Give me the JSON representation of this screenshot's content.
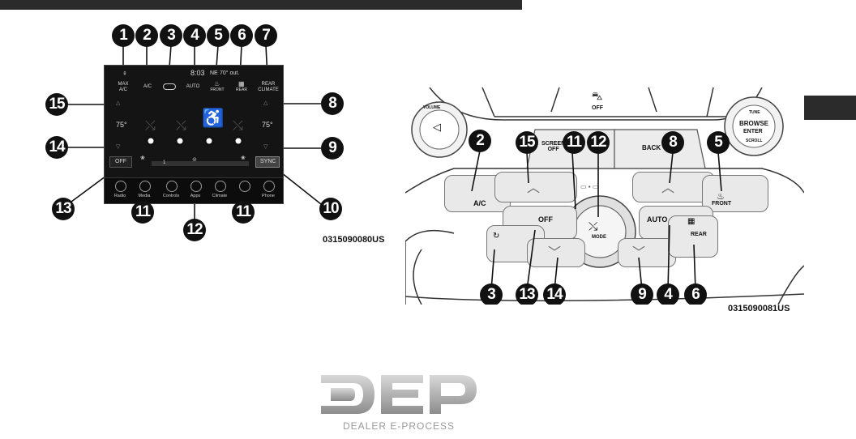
{
  "left_figure": {
    "status_time": "8:03",
    "status_dir": "NE",
    "status_temp": "70° out.",
    "top_buttons": [
      "MAX\nA/C",
      "A/C",
      "",
      "AUTO",
      "FRONT",
      "REAR",
      "REAR\nCLIMATE"
    ],
    "temp_left": "75°",
    "temp_right": "75°",
    "fan_level": "1",
    "off_label": "OFF",
    "sync_label": "SYNC",
    "nav_items": [
      "Radio",
      "Media",
      "Controls",
      "Apps",
      "Climate",
      "",
      "Phone"
    ],
    "callouts": [
      "1",
      "2",
      "3",
      "4",
      "5",
      "6",
      "7",
      "8",
      "9",
      "10",
      "11",
      "11",
      "12",
      "13",
      "14",
      "15"
    ],
    "figure_code": "0315090080US"
  },
  "right_figure": {
    "off_top_label": "OFF",
    "volume_label": "VOLUME",
    "tune_label": "TUNE",
    "browse_label": "BROWSE",
    "enter_label": "ENTER",
    "scroll_label": "SCROLL",
    "screen_off_label": "SCREEN\nOFF",
    "back_label": "BACK",
    "ac_label": "A/C",
    "front_label": "FRONT",
    "off_label": "OFF",
    "mode_label": "MODE",
    "auto_label": "AUTO",
    "rear_label": "REAR",
    "callouts": [
      "2",
      "15",
      "11",
      "12",
      "8",
      "5",
      "3",
      "13",
      "14",
      "9",
      "4",
      "6"
    ],
    "figure_code": "0315090081US"
  },
  "logo": {
    "main": "DEP",
    "sub": "DEALER E-PROCESS"
  }
}
